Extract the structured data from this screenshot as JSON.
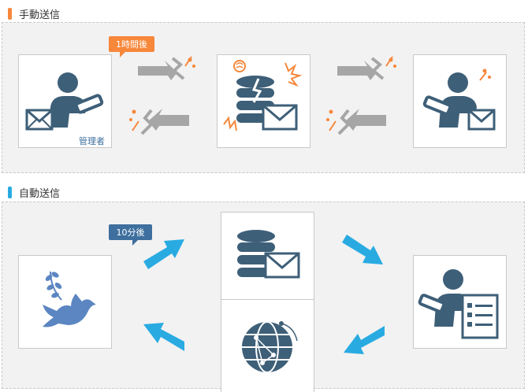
{
  "colors": {
    "manual_accent": "#f7873a",
    "auto_accent": "#29abe2",
    "icon_primary": "#3e5f78",
    "arrow_gray": "#a6a6a6",
    "arrow_blue": "#29abe2",
    "dove_blue": "#5b86c2",
    "panel_bg": "#f2f2f2"
  },
  "manual": {
    "title": "手動送信",
    "delay_label": "1時間後",
    "admin_label": "管理者",
    "nodes": [
      "admin-with-mail",
      "database-with-mail-error",
      "user-receiving-mail"
    ],
    "icons": [
      "admin-person-icon",
      "envelope-icon",
      "database-icon",
      "broken-lightning-icon",
      "user-person-icon",
      "spark-icon",
      "gray-arrow-icon"
    ]
  },
  "auto": {
    "title": "自動送信",
    "delay_label": "10分後",
    "nodes": [
      "dove",
      "database-with-mail",
      "user-with-document",
      "globe-network"
    ],
    "icons": [
      "dove-icon",
      "database-icon",
      "envelope-icon",
      "user-person-icon",
      "checklist-document-icon",
      "globe-network-icon",
      "blue-arrow-icon"
    ]
  }
}
